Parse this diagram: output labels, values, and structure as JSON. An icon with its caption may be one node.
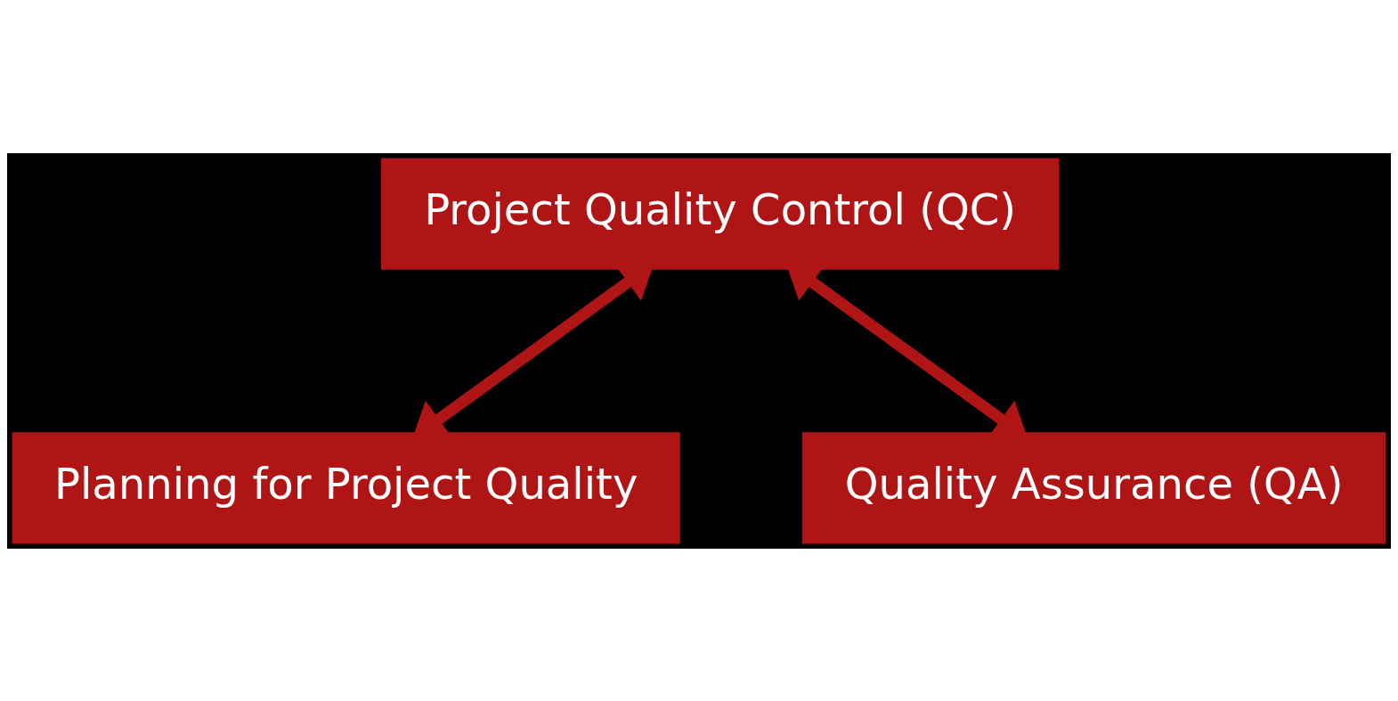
{
  "diagram": {
    "nodes": [
      {
        "text": [
          "Project Quality Control (QC)"
        ]
      },
      {
        "text": [
          "Planning for Project Quality"
        ]
      },
      {
        "text": [
          "Quality Assurance (QA)"
        ]
      }
    ],
    "edges": [
      {
        "from": 0,
        "to": 1,
        "arrow": "both"
      },
      {
        "from": 0,
        "to": 2,
        "arrow": "both"
      }
    ]
  }
}
